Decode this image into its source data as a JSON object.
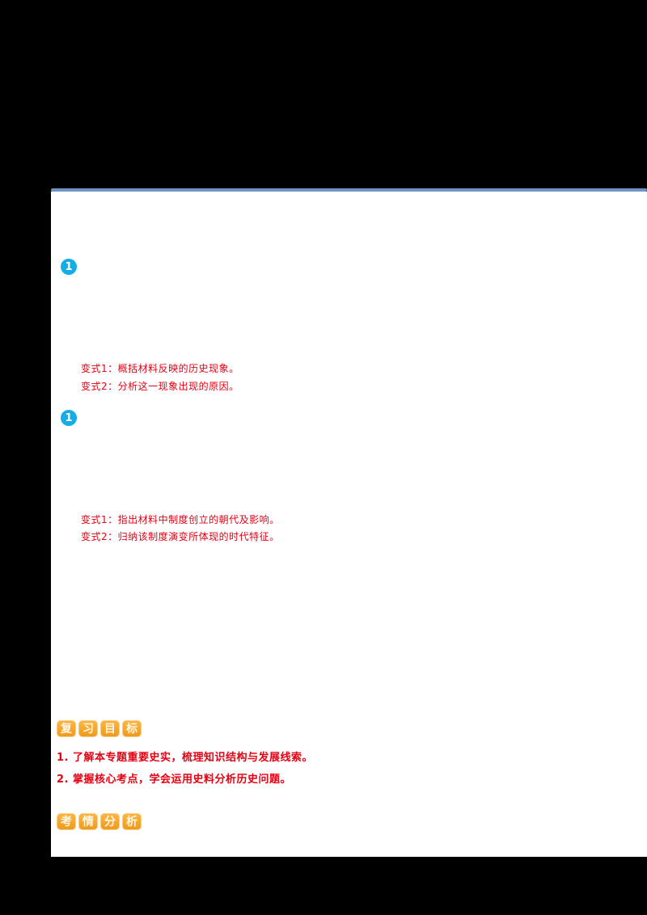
{
  "page": {
    "background_color": "#000000",
    "paper_color": "#ffffff",
    "divider_color": "#6e93c0",
    "accent_red": "#e60012",
    "accent_cyan": "#14aee6",
    "accent_orange": "#f09a1e"
  },
  "sections": [
    {
      "marker": "1",
      "answers": [
        "变式1：概括材料反映的历史现象。",
        "变式2：分析这一现象出现的原因。"
      ]
    },
    {
      "marker": "1",
      "answers": [
        "变式1：指出材料中制度创立的朝代及影响。",
        "变式2：归纳该制度演变所体现的时代特征。"
      ]
    }
  ],
  "review_goals": {
    "badge_chars": [
      "复",
      "习",
      "目",
      "标"
    ],
    "items": [
      "1. 了解本专题重要史实，梳理知识结构与发展线索。",
      "2. 掌握核心考点，学会运用史料分析历史问题。"
    ]
  },
  "exam_analysis": {
    "badge_chars": [
      "考",
      "情",
      "分",
      "析"
    ]
  }
}
